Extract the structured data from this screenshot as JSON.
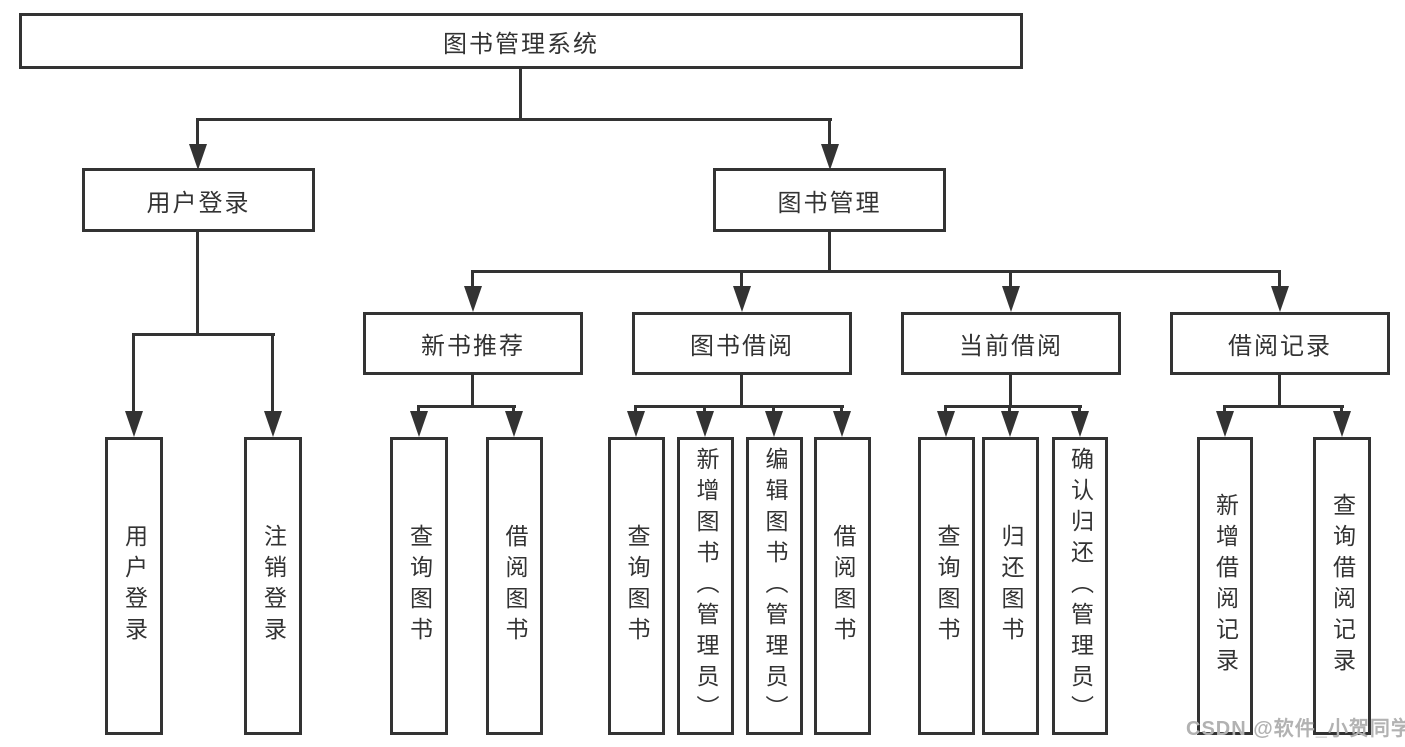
{
  "diagram": {
    "title": "图书管理系统",
    "branches": {
      "user_login": "用户登录",
      "book_mgmt": "图书管理"
    },
    "modules": {
      "new_book_rec": "新书推荐",
      "book_borrow": "图书借阅",
      "current_borrow": "当前借阅",
      "borrow_record": "借阅记录"
    },
    "leaves": {
      "login": "用户登录",
      "logout": "注销登录",
      "rec_query_book": "查询图书",
      "rec_borrow_book": "借阅图书",
      "bb_query_book": "查询图书",
      "bb_add_book": "新增图书（管理员）",
      "bb_edit_book": "编辑图书（管理员）",
      "bb_borrow_book": "借阅图书",
      "cb_query_book": "查询图书",
      "cb_return_book": "归还图书",
      "cb_confirm_return": "确认归还（管理员）",
      "br_add_record": "新增借阅记录",
      "br_query_record": "查询借阅记录"
    }
  },
  "watermark": "CSDN @软件_小贺同学",
  "colors": {
    "line": "#333333",
    "text": "#333333",
    "background": "#ffffff",
    "watermark": "#b2b2b2"
  }
}
